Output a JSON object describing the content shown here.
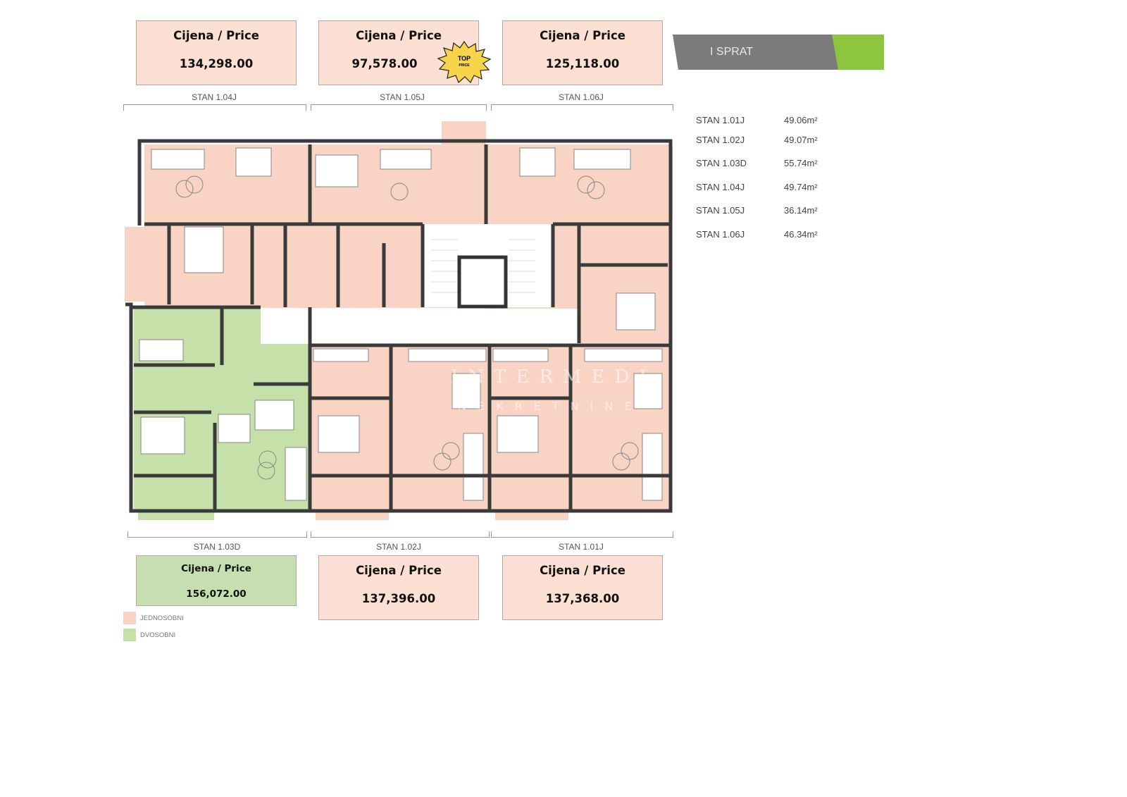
{
  "top_prices": [
    {
      "unit": "STAN 1.04J",
      "label": "Cijena / Price",
      "value": "134,298.00"
    },
    {
      "unit": "STAN 1.05J",
      "label": "Cijena / Price",
      "value": "97,578.00"
    },
    {
      "unit": "STAN 1.06J",
      "label": "Cijena / Price",
      "value": "125,118.00"
    }
  ],
  "bottom_prices": [
    {
      "unit": "STAN 1.03D",
      "label": "Cijena / Price",
      "value": "156,072.00"
    },
    {
      "unit": "STAN 1.02J",
      "label": "Cijena / Price",
      "value": "137,396.00"
    },
    {
      "unit": "STAN 1.01J",
      "label": "Cijena / Price",
      "value": "137,368.00"
    }
  ],
  "badge": {
    "line1": "TOP",
    "line2": "PRICE"
  },
  "banner": {
    "title": "I SPRAT",
    "gray": "#7b7b7b",
    "green": "#8cc63f"
  },
  "areas": [
    {
      "name": "STAN 1.01J",
      "area": "49.06m²"
    },
    {
      "name": "STAN 1.02J",
      "area": "49.07m²"
    },
    {
      "name": "STAN 1.03D",
      "area": "55.74m²"
    },
    {
      "name": "STAN 1.04J",
      "area": "49.74m²"
    },
    {
      "name": "STAN 1.05J",
      "area": "36.14m²"
    },
    {
      "name": "STAN 1.06J",
      "area": "46.34m²"
    }
  ],
  "legend": [
    {
      "label": "JEDNOSOBNI",
      "color": "#f9d3c4"
    },
    {
      "label": "DVOSOBNI",
      "color": "#c6e0a9"
    }
  ],
  "watermark": {
    "line1": "INTERMEDI",
    "line2": "NEKRETNINE"
  }
}
